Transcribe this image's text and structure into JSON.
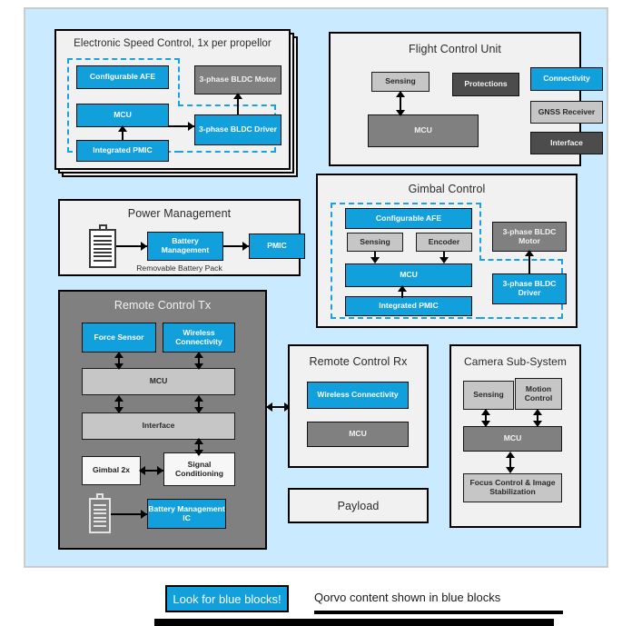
{
  "diagram": {
    "legend": {
      "button_label": "Look for blue blocks!",
      "note": "Qorvo content shown in blue blocks",
      "brand_blue": "#11a0dc"
    },
    "panels": {
      "esc": {
        "title": "Electronic Speed Control, 1x per propellor",
        "blocks": {
          "afe": "Configurable AFE",
          "mcu": "MCU",
          "pmic": "Integrated PMIC",
          "motor": "3-phase BLDC Motor",
          "driver": "3-phase BLDC Driver"
        }
      },
      "fcu": {
        "title": "Flight Control Unit",
        "blocks": {
          "sensing": "Sensing",
          "protections": "Protections",
          "connectivity": "Connectivity",
          "mcu": "MCU",
          "gnss": "GNSS Receiver",
          "interface": "Interface"
        }
      },
      "power": {
        "title": "Power Management",
        "caption": "Removable Battery Pack",
        "blocks": {
          "battery_mgmt": "Battery Management",
          "pmic": "PMIC"
        }
      },
      "gimbal": {
        "title": "Gimbal Control",
        "blocks": {
          "afe": "Configurable AFE",
          "sensing": "Sensing",
          "encoder": "Encoder",
          "mcu": "MCU",
          "pmic": "Integrated PMIC",
          "motor": "3-phase BLDC Motor",
          "driver": "3-phase BLDC Driver"
        }
      },
      "remote_tx": {
        "title": "Remote Control Tx",
        "blocks": {
          "force_sensor": "Force Sensor",
          "wireless": "Wireless Connectivity",
          "mcu": "MCU",
          "interface": "Interface",
          "gimbal_2x": "Gimbal 2x",
          "signal_cond": "Signal Conditioning",
          "battery_mgmt_ic": "Battery Management IC"
        }
      },
      "remote_rx": {
        "title": "Remote Control Rx",
        "blocks": {
          "wireless": "Wireless Connectivity",
          "mcu": "MCU"
        }
      },
      "payload": {
        "title": "Payload"
      },
      "camera": {
        "title": "Camera Sub-System",
        "blocks": {
          "sensing": "Sensing",
          "motion_control": "Motion Control",
          "mcu": "MCU",
          "focus": "Focus Control & Image Stabilization"
        }
      }
    }
  }
}
